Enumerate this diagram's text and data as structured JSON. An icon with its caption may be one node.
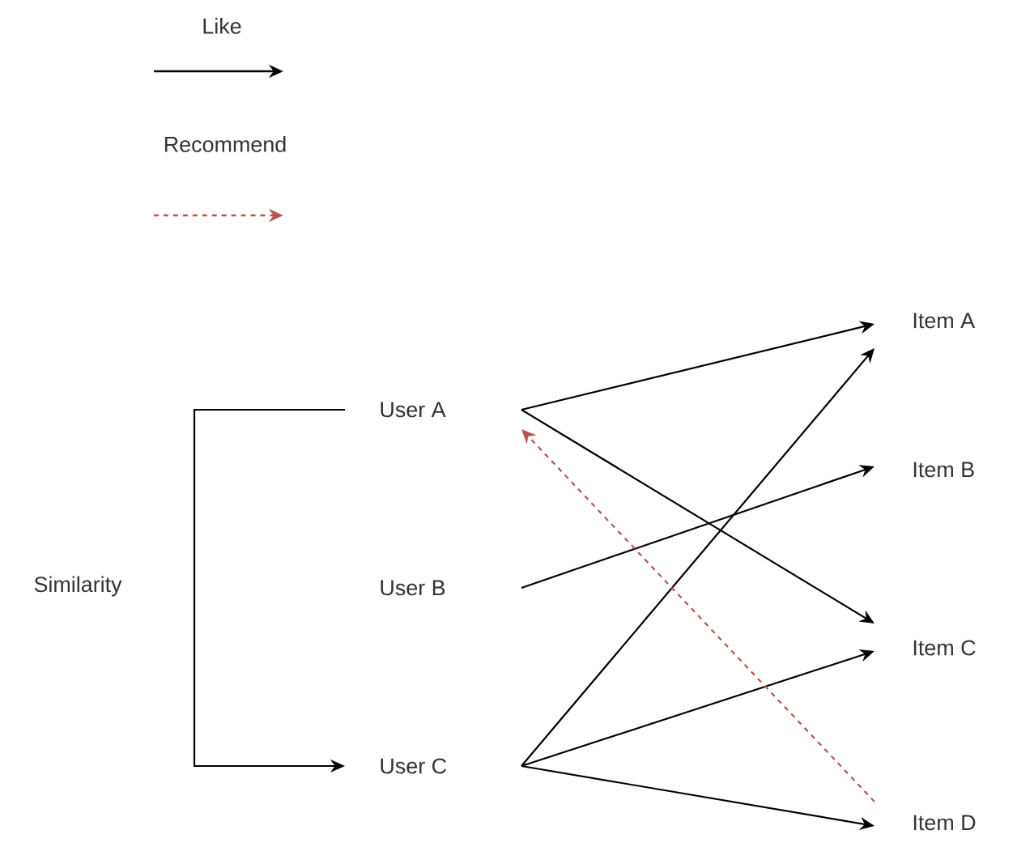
{
  "diagram": {
    "nodes": [
      {
        "text": [
          "User A"
        ]
      },
      {
        "text": [
          "User B"
        ]
      },
      {
        "text": [
          "User C"
        ]
      },
      {
        "text": [
          "Item A"
        ]
      },
      {
        "text": [
          "Item B"
        ]
      },
      {
        "text": [
          "Item C"
        ]
      },
      {
        "text": [
          "Item D"
        ]
      }
    ],
    "edges": [
      {
        "from": 0,
        "to": 3,
        "arrow": "to"
      },
      {
        "from": 0,
        "to": 5,
        "arrow": "to"
      },
      {
        "from": 1,
        "to": 4,
        "arrow": "to"
      },
      {
        "from": 2,
        "to": 3,
        "arrow": "to"
      },
      {
        "from": 2,
        "to": 5,
        "arrow": "to"
      },
      {
        "from": 2,
        "to": 6,
        "arrow": "to"
      },
      {
        "from": 6,
        "to": 0,
        "arrow": "to",
        "style": "dashed",
        "color": "#b85450"
      },
      {
        "from": 0,
        "to": 2,
        "arrow": "to",
        "label": "Similarity"
      }
    ],
    "legend": [
      {
        "text": "Like"
      },
      {
        "text": "Recommend"
      }
    ]
  }
}
